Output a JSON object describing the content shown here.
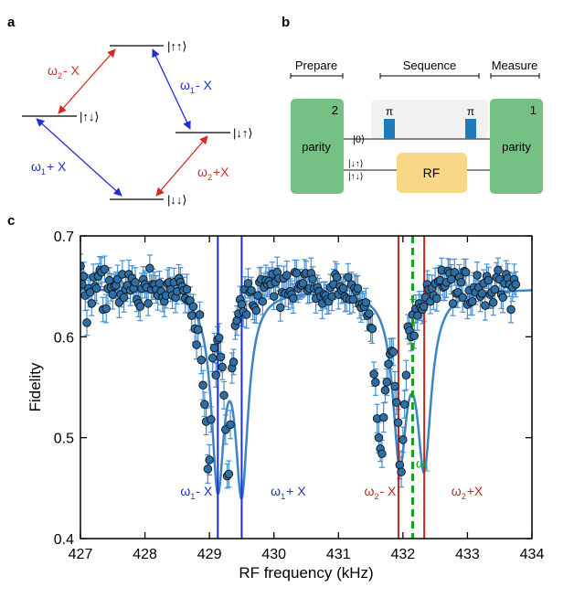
{
  "panels": {
    "a": {
      "label": "a",
      "levels": {
        "up_up": "|↑↑⟩",
        "up_down": "|↑↓⟩",
        "down_up": "|↓↑⟩",
        "down_down": "|↓↓⟩"
      },
      "transitions": [
        {
          "base": "ω",
          "sub": "2",
          "suffix": "- X",
          "color": "#d42a1f"
        },
        {
          "base": "ω",
          "sub": "1",
          "suffix": "- X",
          "color": "#1f2fd4"
        },
        {
          "base": "ω",
          "sub": "1",
          "suffix": "+ X",
          "color": "#1f2fd4"
        },
        {
          "base": "ω",
          "sub": "2",
          "suffix": "+X",
          "color": "#d42a1f"
        }
      ]
    },
    "b": {
      "label": "b",
      "headers": {
        "prepare": "Prepare",
        "sequence": "Sequence",
        "measure": "Measure"
      },
      "left_box": {
        "number": "2",
        "label": "parity"
      },
      "right_box": {
        "number": "1",
        "label": "parity"
      },
      "pulse_labels": [
        "π",
        "π"
      ],
      "top_line_state": "|0⟩",
      "bottom_line_states": [
        "|↓↑⟩",
        "|↑↓⟩"
      ],
      "rf_label": "RF",
      "colors": {
        "green": "#75c083",
        "yellow": "#f8d886",
        "pulse": "#1f7ab8",
        "gray_box": "#f1f1f1"
      }
    },
    "c": {
      "label": "c"
    }
  },
  "chart_data": {
    "type": "scatter",
    "xlabel": "RF frequency (kHz)",
    "ylabel": "Fidelity",
    "xlim": [
      427,
      434
    ],
    "ylim": [
      0.4,
      0.7
    ],
    "xticks": [
      "427",
      "428",
      "429",
      "430",
      "431",
      "432",
      "433",
      "434"
    ],
    "yticks": [
      "0.4",
      "0.5",
      "0.6",
      "0.7"
    ],
    "marker_color": "#2c6ea6",
    "errorbar_color": "#4a8fd0",
    "fit_color": "#3d84c6",
    "fit": {
      "baseline": 0.648,
      "dips": [
        {
          "center": 429.13,
          "depth": 0.185,
          "width": 0.12
        },
        {
          "center": 429.5,
          "depth": 0.19,
          "width": 0.12
        },
        {
          "center": 431.95,
          "depth": 0.16,
          "width": 0.13
        },
        {
          "center": 432.33,
          "depth": 0.165,
          "width": 0.13
        }
      ]
    },
    "vlines": [
      {
        "x": 429.13,
        "color": "#1f2fd4",
        "style": "solid"
      },
      {
        "x": 429.5,
        "color": "#1f2fd4",
        "style": "solid"
      },
      {
        "x": 431.93,
        "color": "#c0281c",
        "style": "solid"
      },
      {
        "x": 432.33,
        "color": "#c0281c",
        "style": "solid"
      },
      {
        "x": 432.15,
        "color": "#14a01e",
        "style": "dashed"
      }
    ],
    "annotations": [
      {
        "base": "ω",
        "sub": "1",
        "suffix": "- X",
        "color": "#1f2fd4",
        "x": 428.55,
        "y": 0.447
      },
      {
        "base": "ω",
        "sub": "1",
        "suffix": "+ X",
        "color": "#1f2fd4",
        "x": 429.95,
        "y": 0.447
      },
      {
        "base": "ω",
        "sub": "2",
        "suffix": "- X",
        "color": "#c0281c",
        "x": 431.4,
        "y": 0.447
      },
      {
        "base": "ω",
        "sub": "L",
        "suffix": "",
        "color": "#14a01e",
        "x": 432.2,
        "y": 0.475
      },
      {
        "base": "ω",
        "sub": "2",
        "suffix": "+X",
        "color": "#c0281c",
        "x": 432.75,
        "y": 0.447
      }
    ],
    "points_x": [
      427.0,
      427.025,
      427.05,
      427.075,
      427.1,
      427.125,
      427.15,
      427.175,
      427.2,
      427.225,
      427.25,
      427.275,
      427.3,
      427.325,
      427.35,
      427.375,
      427.4,
      427.425,
      427.45,
      427.475,
      427.5,
      427.525,
      427.55,
      427.575,
      427.6,
      427.625,
      427.65,
      427.675,
      427.7,
      427.725,
      427.75,
      427.775,
      427.8,
      427.825,
      427.85,
      427.875,
      427.9,
      427.925,
      427.95,
      427.975,
      428.0,
      428.025,
      428.05,
      428.075,
      428.1,
      428.125,
      428.15,
      428.175,
      428.2,
      428.225,
      428.25,
      428.275,
      428.3,
      428.325,
      428.35,
      428.375,
      428.4,
      428.425,
      428.45,
      428.475,
      428.5,
      428.525,
      428.55,
      428.575,
      428.6,
      428.625,
      428.65,
      428.675,
      428.7,
      428.725,
      428.75,
      428.775,
      428.8,
      428.825,
      428.85,
      428.875,
      428.9,
      428.925,
      428.95,
      428.975,
      429.0,
      429.025,
      429.05,
      429.075,
      429.1,
      429.125,
      429.15,
      429.175,
      429.2,
      429.225,
      429.25,
      429.275,
      429.3,
      429.325,
      429.35,
      429.375,
      429.4,
      429.425,
      429.45,
      429.475,
      429.5,
      429.525,
      429.55,
      429.575,
      429.6,
      429.625,
      429.65,
      429.675,
      429.7,
      429.725,
      429.75,
      429.775,
      429.8,
      429.825,
      429.85,
      429.875,
      429.9,
      429.925,
      429.95,
      429.975,
      430.0,
      430.025,
      430.05,
      430.075,
      430.1,
      430.125,
      430.15,
      430.175,
      430.2,
      430.225,
      430.25,
      430.275,
      430.3,
      430.325,
      430.35,
      430.375,
      430.4,
      430.425,
      430.45,
      430.475,
      430.5,
      430.525,
      430.55,
      430.575,
      430.6,
      430.625,
      430.65,
      430.675,
      430.7,
      430.725,
      430.75,
      430.775,
      430.8,
      430.825,
      430.85,
      430.875,
      430.9,
      430.925,
      430.95,
      430.975,
      431.0,
      431.025,
      431.05,
      431.075,
      431.1,
      431.125,
      431.15,
      431.175,
      431.2,
      431.225,
      431.25,
      431.275,
      431.3,
      431.325,
      431.35,
      431.375,
      431.4,
      431.425,
      431.45,
      431.475,
      431.5,
      431.525,
      431.55,
      431.575,
      431.6,
      431.625,
      431.65,
      431.675,
      431.7,
      431.725,
      431.75,
      431.775,
      431.8,
      431.825,
      431.85,
      431.875,
      431.9,
      431.925,
      431.95,
      431.975,
      432.0,
      432.025,
      432.05,
      432.075,
      432.1,
      432.125,
      432.15,
      432.175,
      432.2,
      432.225,
      432.25,
      432.275,
      432.3,
      432.325,
      432.35,
      432.375,
      432.4,
      432.425,
      432.45,
      432.475,
      432.5,
      432.525,
      432.55,
      432.575,
      432.6,
      432.625,
      432.65,
      432.675,
      432.7,
      432.725,
      432.75,
      432.775,
      432.8,
      432.825,
      432.85,
      432.875,
      432.9,
      432.925,
      432.95,
      432.975,
      433.0,
      433.025,
      433.05,
      433.075,
      433.1,
      433.125,
      433.15,
      433.175,
      433.2,
      433.225,
      433.25,
      433.275,
      433.3,
      433.325,
      433.35,
      433.375,
      433.4,
      433.425,
      433.45,
      433.475,
      433.5,
      433.525,
      433.55,
      433.575,
      433.6,
      433.625,
      433.65,
      433.675,
      433.7,
      433.725,
      433.75,
      433.775,
      433.8,
      433.825,
      433.85,
      433.875,
      433.9,
      433.925,
      433.95,
      433.975,
      434.0
    ],
    "points_y": [
      0.67,
      0.652,
      0.66,
      0.641,
      0.614,
      0.648,
      0.644,
      0.633,
      0.659,
      0.65,
      0.648,
      0.66,
      0.666,
      0.664,
      0.627,
      0.667,
      0.628,
      0.648,
      0.656,
      0.649,
      0.642,
      0.65,
      0.651,
      0.657,
      0.634,
      0.642,
      0.662,
      0.639,
      0.647,
      0.651,
      0.662,
      0.646,
      0.658,
      0.648,
      0.654,
      0.637,
      0.633,
      0.63,
      0.648,
      0.657,
      0.652,
      0.649,
      0.633,
      0.668,
      0.647,
      0.652,
      0.652,
      0.647,
      0.641,
      0.653,
      0.645,
      0.639,
      0.635,
      0.641,
      0.653,
      0.654,
      0.647,
      0.641,
      0.654,
      0.639,
      0.645,
      0.658,
      0.654,
      0.65,
      0.646,
      0.638,
      0.647,
      0.636,
      0.636,
      0.621,
      0.63,
      0.608,
      0.592,
      0.607,
      0.622,
      0.577,
      0.552,
      0.533,
      0.516,
      0.469,
      0.478,
      0.518,
      0.579,
      0.589,
      0.562,
      0.597,
      0.599,
      0.58,
      0.57,
      0.542,
      0.508,
      0.462,
      0.464,
      0.513,
      0.569,
      0.575,
      0.611,
      0.616,
      0.623,
      0.637,
      0.632,
      0.625,
      0.647,
      0.622,
      0.653,
      0.644,
      0.646,
      0.631,
      0.629,
      0.626,
      0.641,
      0.654,
      0.657,
      0.635,
      0.649,
      0.656,
      0.652,
      0.655,
      0.652,
      0.662,
      0.64,
      0.654,
      0.664,
      0.658,
      0.629,
      0.644,
      0.658,
      0.643,
      0.661,
      0.642,
      0.645,
      0.642,
      0.638,
      0.664,
      0.663,
      0.648,
      0.652,
      0.651,
      0.653,
      0.662,
      0.663,
      0.646,
      0.648,
      0.663,
      0.657,
      0.648,
      0.638,
      0.649,
      0.645,
      0.64,
      0.633,
      0.642,
      0.641,
      0.637,
      0.635,
      0.649,
      0.64,
      0.652,
      0.662,
      0.659,
      0.642,
      0.65,
      0.646,
      0.648,
      0.64,
      0.638,
      0.659,
      0.637,
      0.652,
      0.637,
      0.648,
      0.645,
      0.648,
      0.632,
      0.629,
      0.633,
      0.63,
      0.634,
      0.621,
      0.623,
      0.609,
      0.608,
      0.563,
      0.555,
      0.519,
      0.5,
      0.489,
      0.484,
      0.52,
      0.547,
      0.555,
      0.573,
      0.583,
      0.586,
      0.585,
      0.551,
      0.535,
      0.515,
      0.473,
      0.466,
      0.498,
      0.533,
      0.562,
      0.61,
      0.606,
      0.6,
      0.622,
      0.601,
      0.628,
      0.621,
      0.633,
      0.629,
      0.627,
      0.63,
      0.639,
      0.652,
      0.647,
      0.635,
      0.648,
      0.641,
      0.653,
      0.638,
      0.655,
      0.656,
      0.666,
      0.649,
      0.65,
      0.654,
      0.665,
      0.663,
      0.657,
      0.633,
      0.664,
      0.643,
      0.644,
      0.659,
      0.654,
      0.639,
      0.665,
      0.664,
      0.632,
      0.646,
      0.634,
      0.635,
      0.649,
      0.644,
      0.661,
      0.649,
      0.64,
      0.643,
      0.653,
      0.631,
      0.66,
      0.656,
      0.642,
      0.644,
      0.634,
      0.647,
      0.659,
      0.666,
      0.657,
      0.642,
      0.639,
      0.653,
      0.662,
      0.658,
      0.652,
      0.627,
      0.649,
      0.657,
      0.652
    ]
  }
}
